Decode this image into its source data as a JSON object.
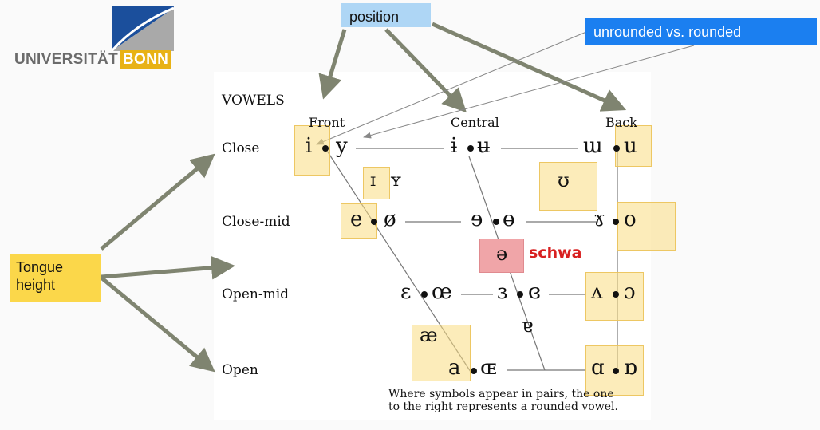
{
  "logo": {
    "text_main": "UNIVERSITÄT",
    "text_highlight": "BONN",
    "colors": {
      "blue": "#1b4f9c",
      "grey": "#a9a9a9",
      "yellow": "#e8b215"
    }
  },
  "annotations": {
    "position": "position",
    "rounded": "unrounded vs. rounded",
    "tongue_height": "Tongue height",
    "schwa": "schwa"
  },
  "chart": {
    "title": "VOWELS",
    "columns": {
      "front": "Front",
      "central": "Central",
      "back": "Back"
    },
    "rows": {
      "close": "Close",
      "close_mid": "Close-mid",
      "open_mid": "Open-mid",
      "open": "Open"
    },
    "vowels": {
      "i": "i",
      "y": "y",
      "i_bar": "ɨ",
      "u_bar": "ʉ",
      "m_turned": "ɯ",
      "u": "u",
      "I": "ɪ",
      "Y": "ʏ",
      "upsilon": "ʊ",
      "e": "e",
      "o_slash": "ø",
      "e_rev": "ɘ",
      "o_bar": "ɵ",
      "ram": "ɤ",
      "o": "o",
      "schwa": "ə",
      "epsilon": "ɛ",
      "oe": "œ",
      "rev_eps": "ɜ",
      "closed_rev_eps": "ɞ",
      "wedge": "ʌ",
      "open_o": "ɔ",
      "turned_a": "ɐ",
      "ae": "æ",
      "a": "a",
      "OE": "ɶ",
      "script_a": "ɑ",
      "turned_script_a": "ɒ"
    },
    "note_line1": "Where symbols appear in pairs, the one",
    "note_line2": "to the right represents a rounded vowel."
  },
  "colors": {
    "highlight": "#fadc82",
    "schwa_highlight": "#f0a5a8",
    "schwa_text": "#d82020",
    "arrow": "#7f8470",
    "position_box": "#aed6f5",
    "rounded_box": "#1b7ff0",
    "tongue_box": "#fbd74a"
  }
}
